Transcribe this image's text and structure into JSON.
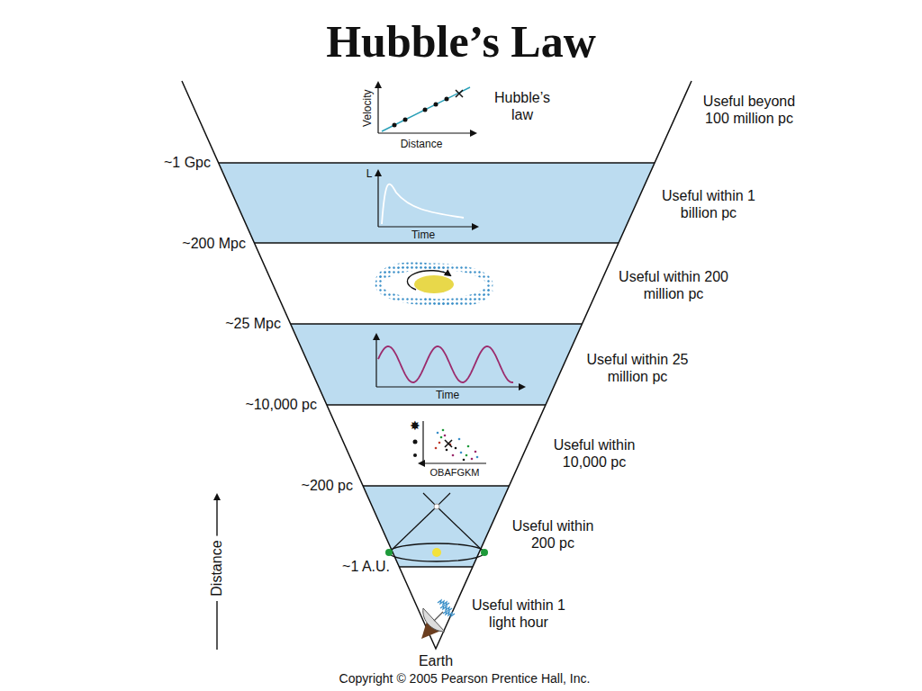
{
  "diagram": {
    "title": "Hubble’s Law",
    "labels": [
      "Hubble’s law",
      "Velocity",
      "Distance",
      "Useful beyond 100 million pc",
      "~1 Gpc",
      "L",
      "Time",
      "Useful within 1 billion pc",
      "~200 Mpc",
      "Useful within 200 million pc",
      "~25 Mpc",
      "Time",
      "Useful within 25 million pc",
      "~10,000 pc",
      "OBAFGKM",
      "Useful within 10,000 pc",
      "~200 pc",
      "Useful within 200 pc",
      "~1 A.U.",
      "Useful within 1 light hour",
      "Earth",
      "Distance",
      "Copyright © 2005 Pearson Prentice Hall, Inc."
    ]
  }
}
